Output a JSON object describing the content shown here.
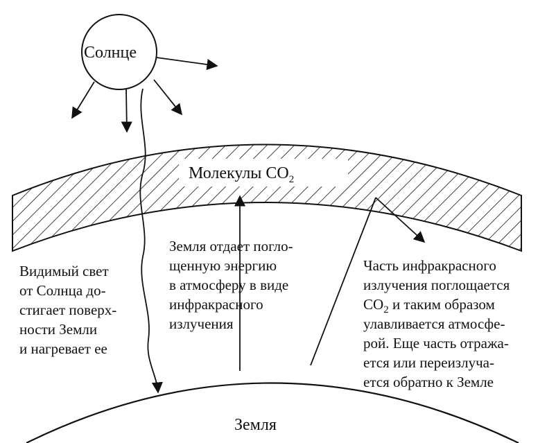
{
  "sun": {
    "label": "Солнце"
  },
  "atmosphere": {
    "label_prefix": "Молекулы CO",
    "label_sub": "2"
  },
  "earth": {
    "label": "Земля"
  },
  "caption_left": {
    "lines": [
      "Видимый свет",
      "от Солнца до-",
      "стигает поверх-",
      "ности Земли",
      "и нагревает ее"
    ]
  },
  "caption_middle": {
    "lines": [
      "Земля отдает погло-",
      "щенную энергию",
      "в атмосферу в виде",
      "инфракрасного",
      "излучения"
    ]
  },
  "caption_right": {
    "line1": "Часть инфракрасного",
    "line2": "излучения поглощается",
    "line3_prefix": "CO",
    "line3_sub": "2",
    "line3_suffix": " и таким образом",
    "line4": "улавливается атмосфе-",
    "line5": "рой. Еще часть отража-",
    "line6": "ется или переизлуча-",
    "line7": "ется обратно к Земле"
  }
}
